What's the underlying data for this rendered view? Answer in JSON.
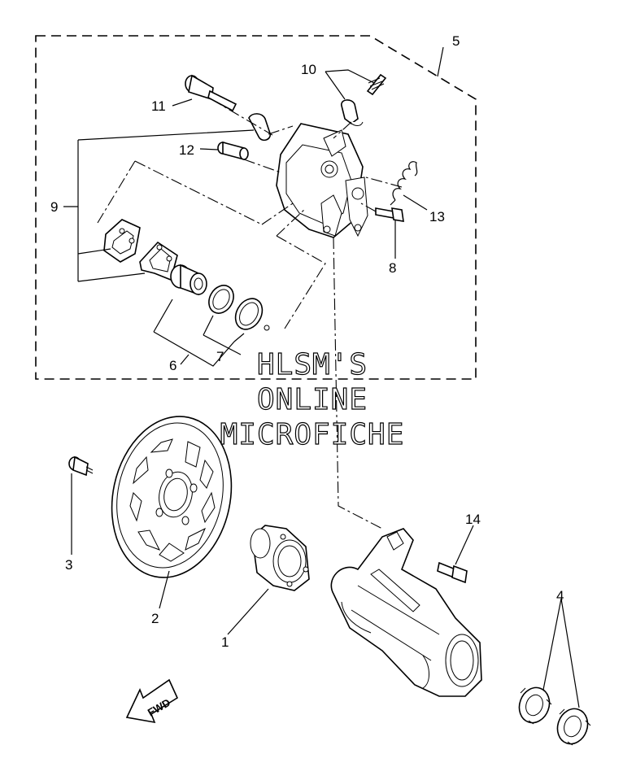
{
  "callouts": [
    "1",
    "2",
    "3",
    "4",
    "5",
    "6",
    "7",
    "8",
    "9",
    "10",
    "11",
    "12",
    "13",
    "14"
  ],
  "watermark": {
    "line1": "HLSM'S",
    "line2": "ONLINE",
    "line3": "MICROFICHE"
  },
  "fwd_label": "FWD",
  "colors": {
    "ink": "#000000",
    "paper": "#ffffff"
  }
}
